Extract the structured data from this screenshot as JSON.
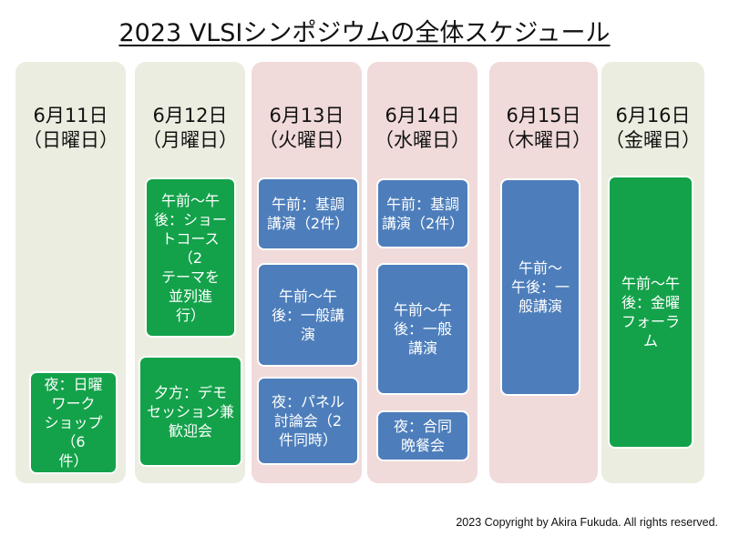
{
  "title": "2023 VLSIシンポジウムの全体スケジュール",
  "colors": {
    "weekend_column": "#ebede0",
    "main_column": "#f1dada",
    "green_event": "#13a24a",
    "blue_event": "#4d7ebb"
  },
  "days": [
    {
      "date": "6月11日",
      "weekday": "（日曜日）",
      "events": [
        {
          "label": "夜：日曜\nワーク\nショップ（6\n件）"
        }
      ]
    },
    {
      "date": "6月12日",
      "weekday": "（月曜日）",
      "events": [
        {
          "label": "午前～午\n後：ショー\nトコース（2\nテーマを\n並列進\n行）"
        },
        {
          "label": "夕方：デモ\nセッション兼\n歓迎会"
        }
      ]
    },
    {
      "date": "6月13日",
      "weekday": "（火曜日）",
      "events": [
        {
          "label": "午前：基調\n講演（2件）"
        },
        {
          "label": "午前～午\n後：一般講\n演"
        },
        {
          "label": "夜：パネル\n討論会（2\n件同時）"
        }
      ]
    },
    {
      "date": "6月14日",
      "weekday": "（水曜日）",
      "events": [
        {
          "label": "午前：基調\n講演（2件）"
        },
        {
          "label": "午前～午\n後：一般\n講演"
        },
        {
          "label": "夜：合同\n晩餐会"
        }
      ]
    },
    {
      "date": "6月15日",
      "weekday": "（木曜日）",
      "events": [
        {
          "label": "午前～\n午後：一\n般講演"
        }
      ]
    },
    {
      "date": "6月16日",
      "weekday": "（金曜日）",
      "events": [
        {
          "label": "午前～午\n後：金曜\nフォーラ\nム"
        }
      ]
    }
  ],
  "footer": "2023 Copyright by Akira Fukuda.  All rights reserved."
}
